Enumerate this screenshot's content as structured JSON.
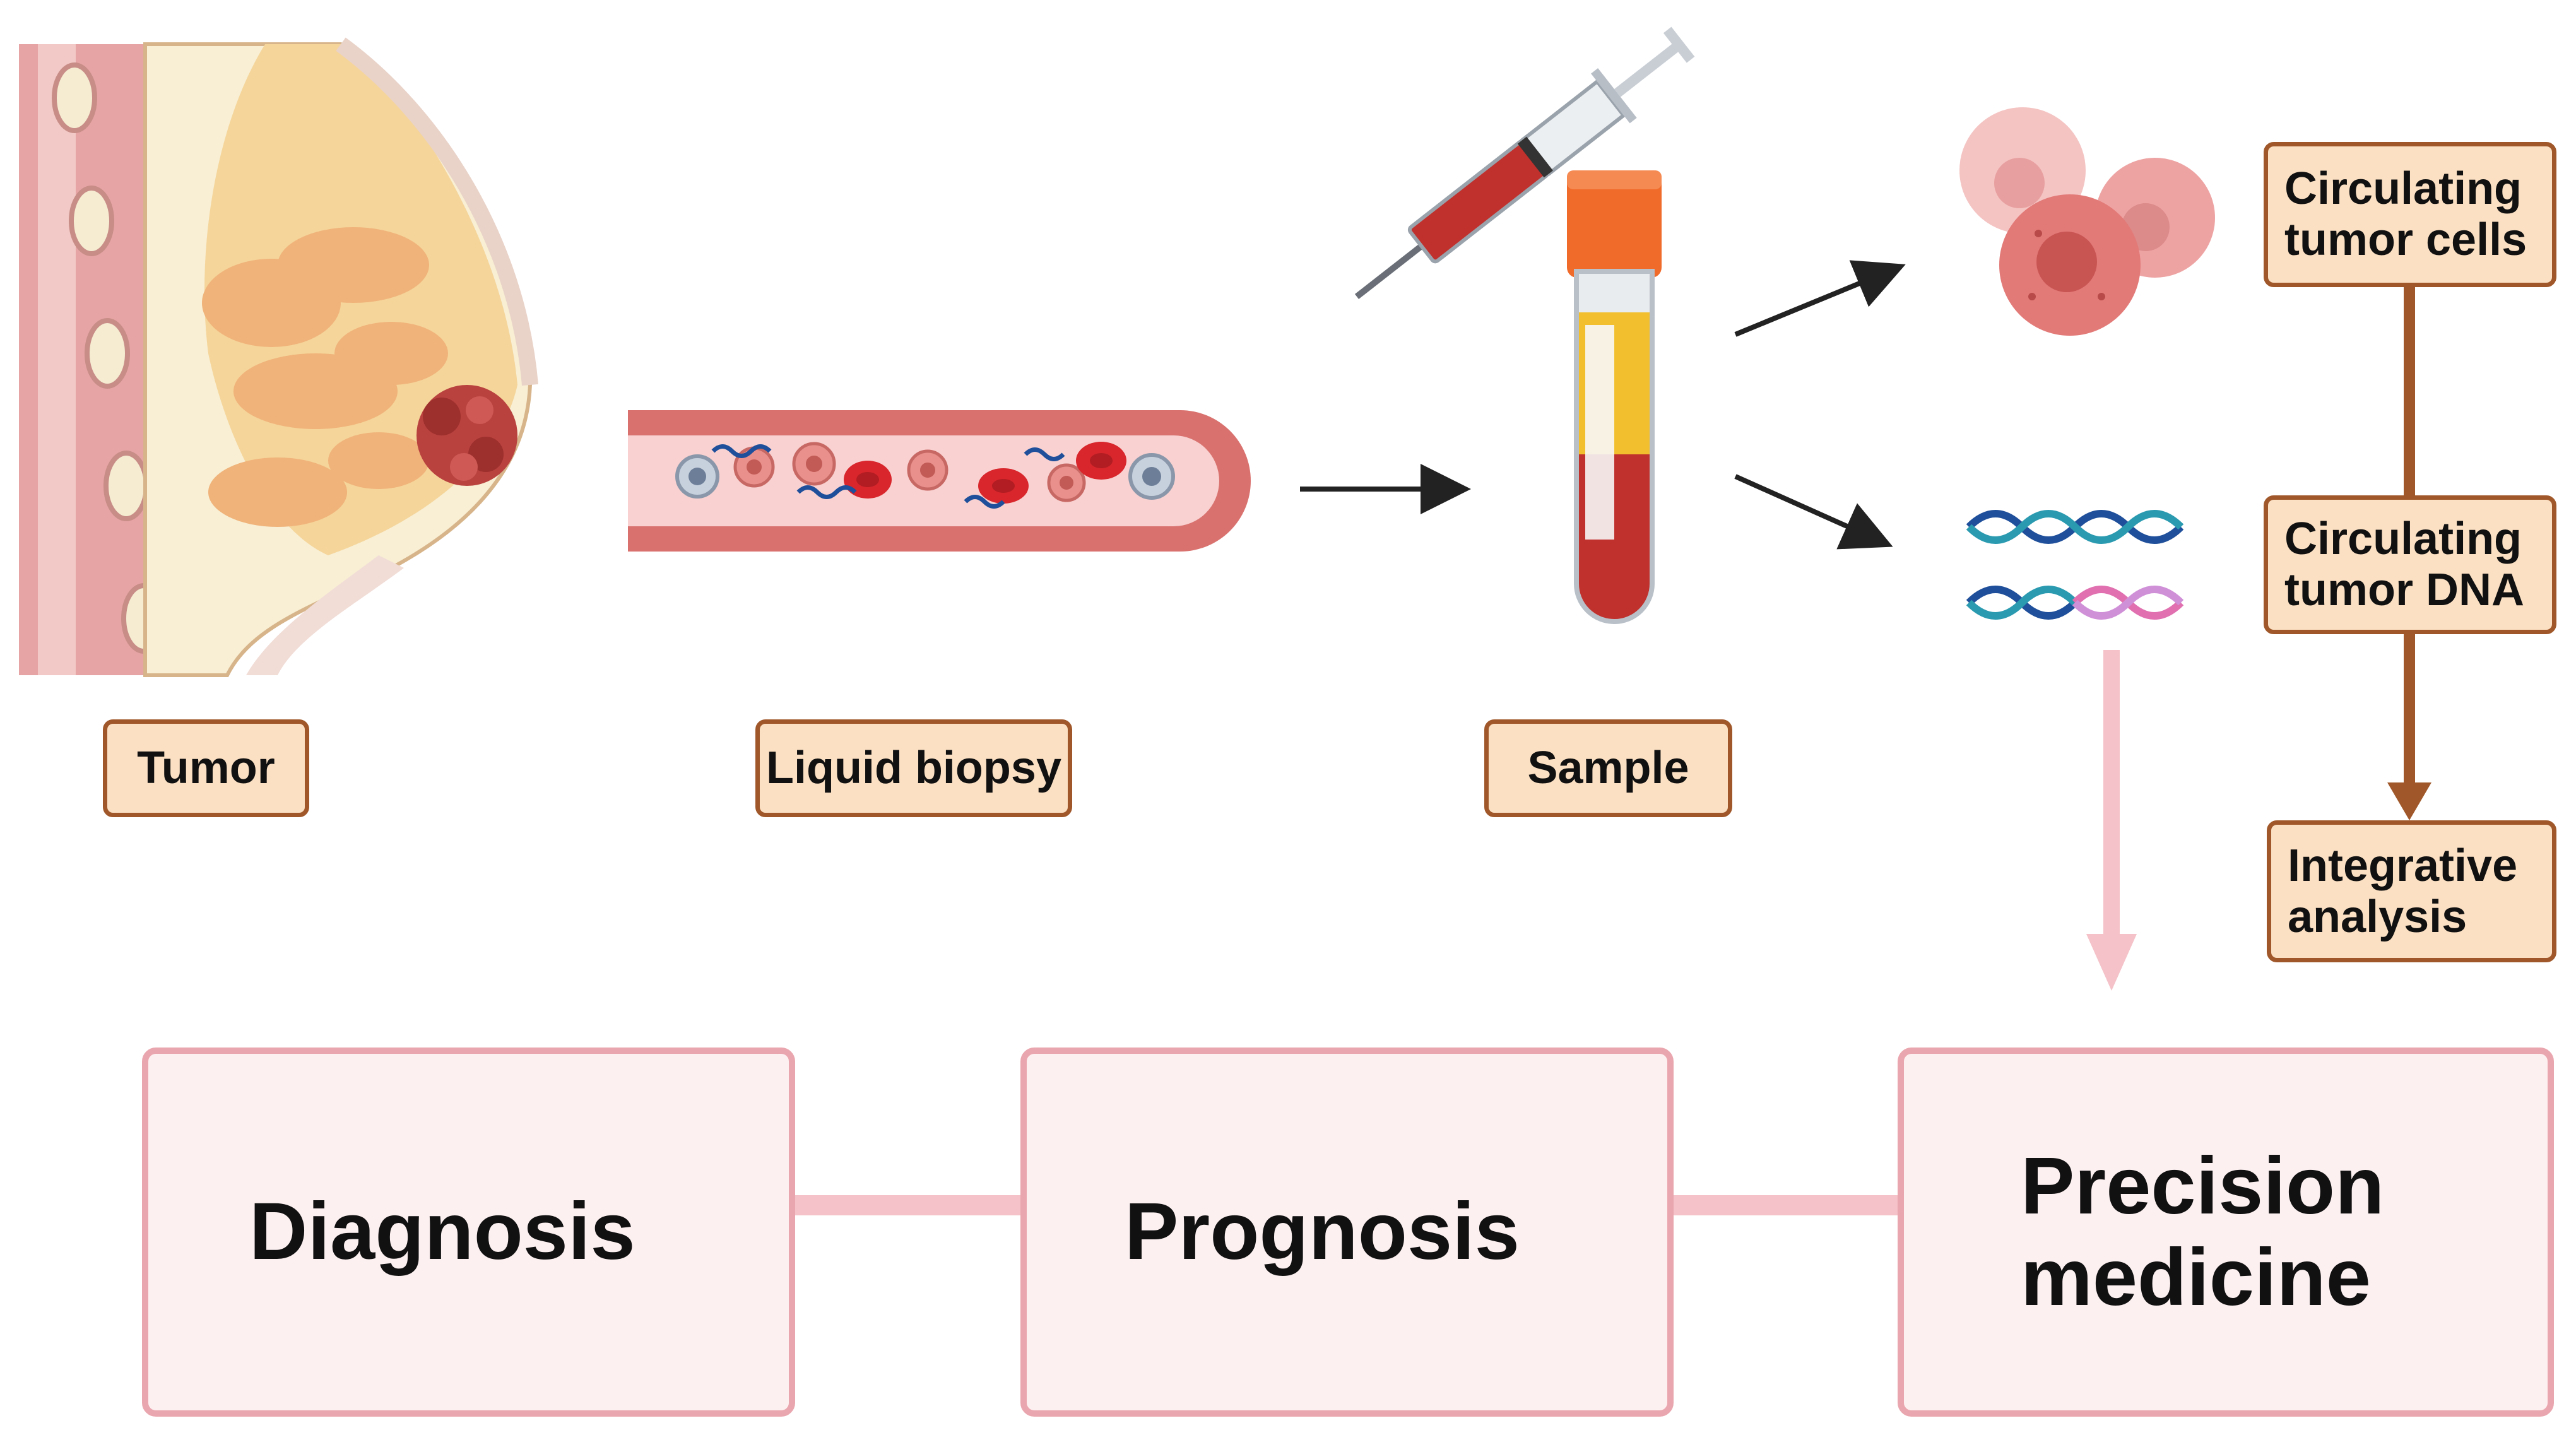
{
  "labels": {
    "tumor": "Tumor",
    "liquid_biopsy": "Liquid biopsy",
    "sample": "Sample",
    "ctc_line1": "Circulating",
    "ctc_line2": "tumor cells",
    "ctdna_line1": "Circulating",
    "ctdna_line2": "tumor DNA",
    "integrative_line1": "Integrative",
    "integrative_line2": "analysis"
  },
  "outcomes": {
    "diagnosis": "Diagnosis",
    "prognosis": "Prognosis",
    "precision_line1": "Precision",
    "precision_line2": "medicine"
  },
  "colors": {
    "label_fill": "#fbe0c3",
    "label_border": "#a0582a",
    "outcome_fill": "#fdf0f1",
    "outcome_border": "#eaa6ae",
    "connector_pink": "#f4c2c8",
    "vessel_red": "#d9726f",
    "blood_red": "#c0302c",
    "plasma_yellow": "#f2c02e",
    "cap_orange": "#f06a2a",
    "dna_blue": "#1f4f9a",
    "dna_pink": "#e070b0"
  }
}
